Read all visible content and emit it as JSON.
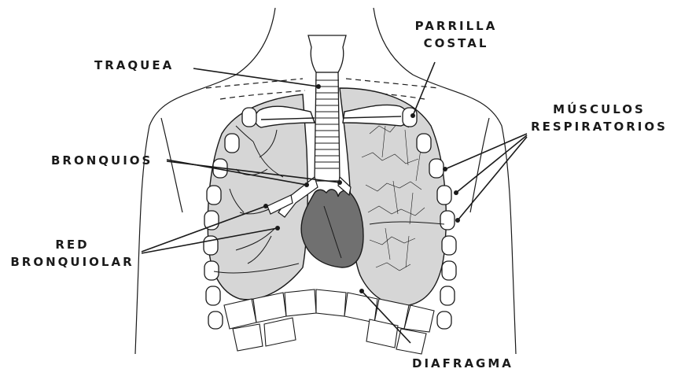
{
  "labels": {
    "traquea": "TRAQUEA",
    "parrilla_line1": "PARRILLA",
    "parrilla_line2": "COSTAL",
    "musculos_line1": "MÚSCULOS",
    "musculos_line2": "RESPIRATORIOS",
    "bronquios": "BRONQUIOS",
    "red_line1": "RED",
    "red_line2": "BRONQUIOLAR",
    "diafragma": "DIAFRAGMA"
  },
  "colors": {
    "ink": "#1a1a1a",
    "lung_fill": "#d6d6d6",
    "heart_fill": "#707070",
    "bone_fill": "#ffffff"
  }
}
